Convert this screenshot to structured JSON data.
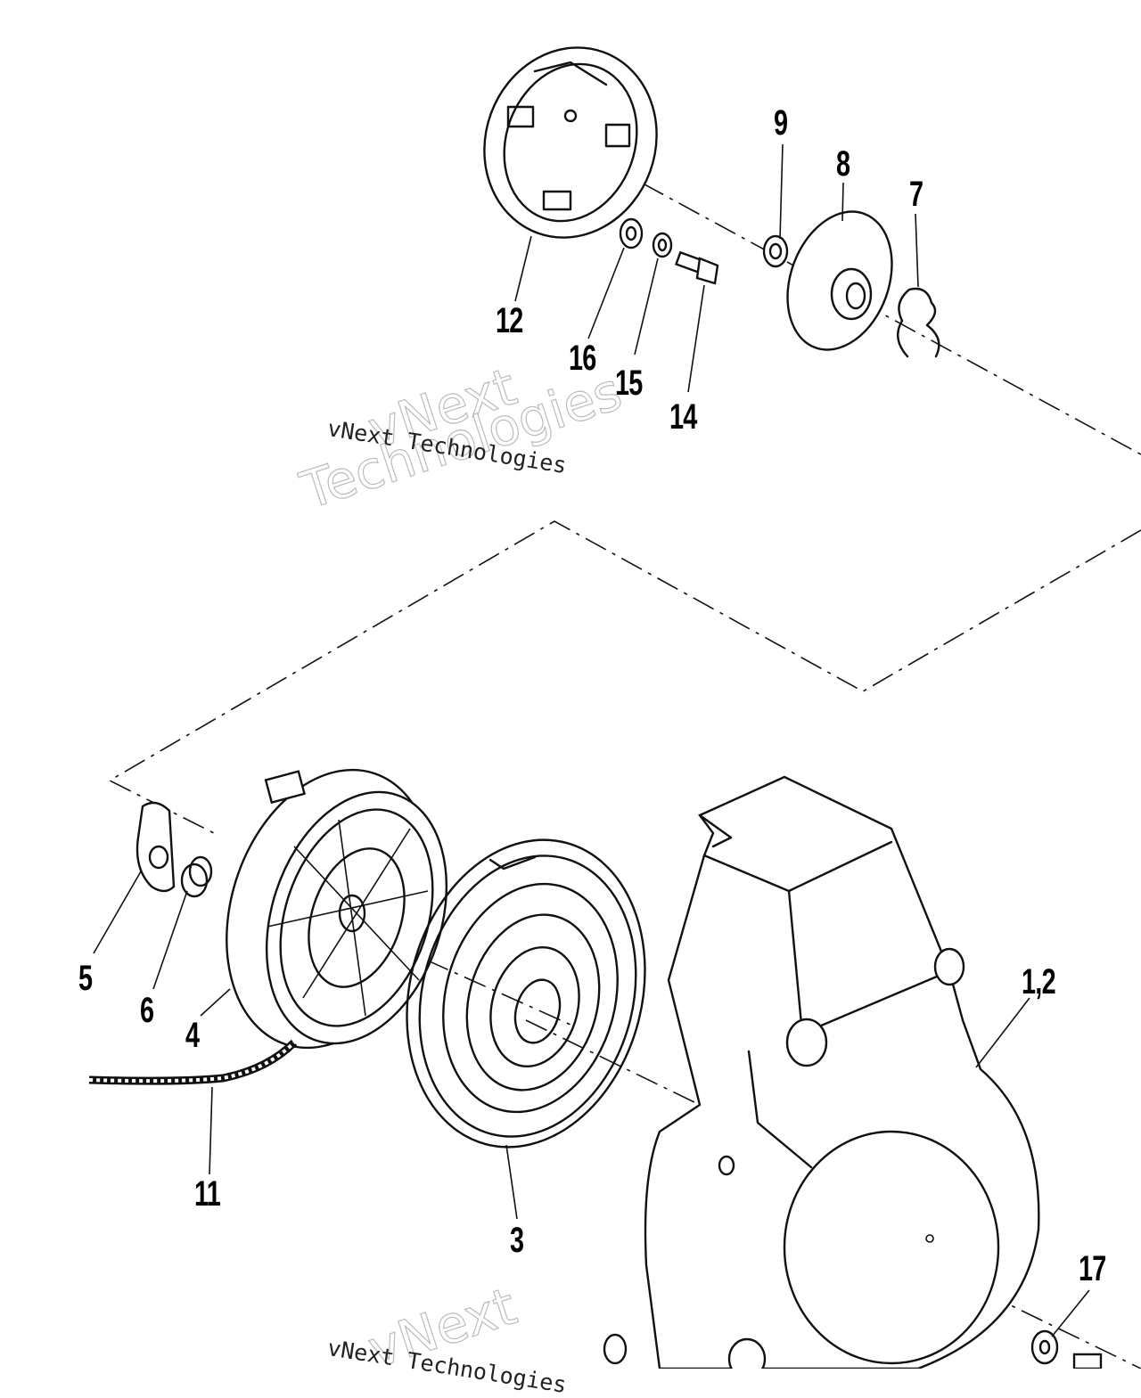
{
  "callouts": {
    "p9": "9",
    "p8": "8",
    "p7": "7",
    "p12": "12",
    "p16": "16",
    "p15": "15",
    "p14": "14",
    "p5": "5",
    "p6": "6",
    "p4": "4",
    "p12b": "1,2",
    "p11": "11",
    "p3": "3",
    "p17": "17"
  },
  "watermark": {
    "line": "vNext Technologies",
    "big1": "vNext",
    "big2": "Technologies"
  }
}
